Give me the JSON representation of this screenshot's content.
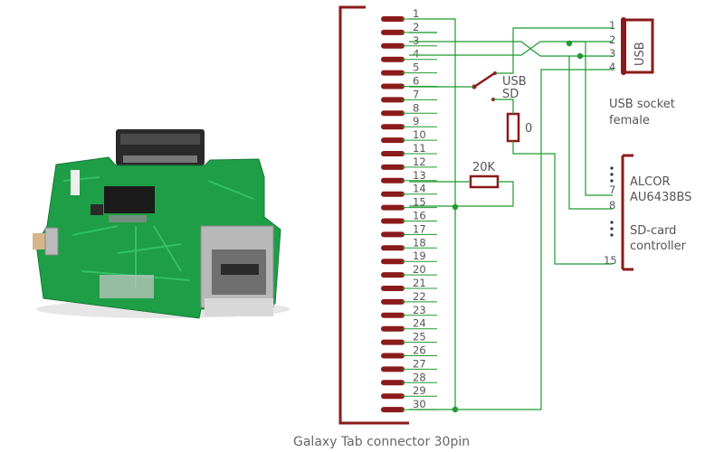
{
  "connector": {
    "title": "Galaxy Tab connector 30pin",
    "pins": [
      "1",
      "2",
      "3",
      "4",
      "5",
      "6",
      "7",
      "8",
      "9",
      "10",
      "11",
      "12",
      "13",
      "14",
      "15",
      "16",
      "17",
      "18",
      "19",
      "20",
      "21",
      "22",
      "23",
      "24",
      "25",
      "26",
      "27",
      "28",
      "29",
      "30"
    ]
  },
  "usb": {
    "label": "USB",
    "pins": [
      "1",
      "2",
      "3",
      "4"
    ],
    "caption_line1": "USB socket",
    "caption_line2": "female"
  },
  "switch": {
    "label_usb": "USB",
    "label_sd": "SD"
  },
  "resistor_zero": {
    "value": "0"
  },
  "resistor_20k": {
    "value": "20K"
  },
  "controller": {
    "name_line1": "ALCOR",
    "name_line2": "AU6438BS",
    "func_line1": "SD-card",
    "func_line2": "controller",
    "pins": [
      "7",
      "8",
      "15"
    ]
  },
  "colors": {
    "component": "#8b1a1a",
    "wire": "#1f9a2e",
    "text": "#555555",
    "pcb": "#1e9e46"
  }
}
